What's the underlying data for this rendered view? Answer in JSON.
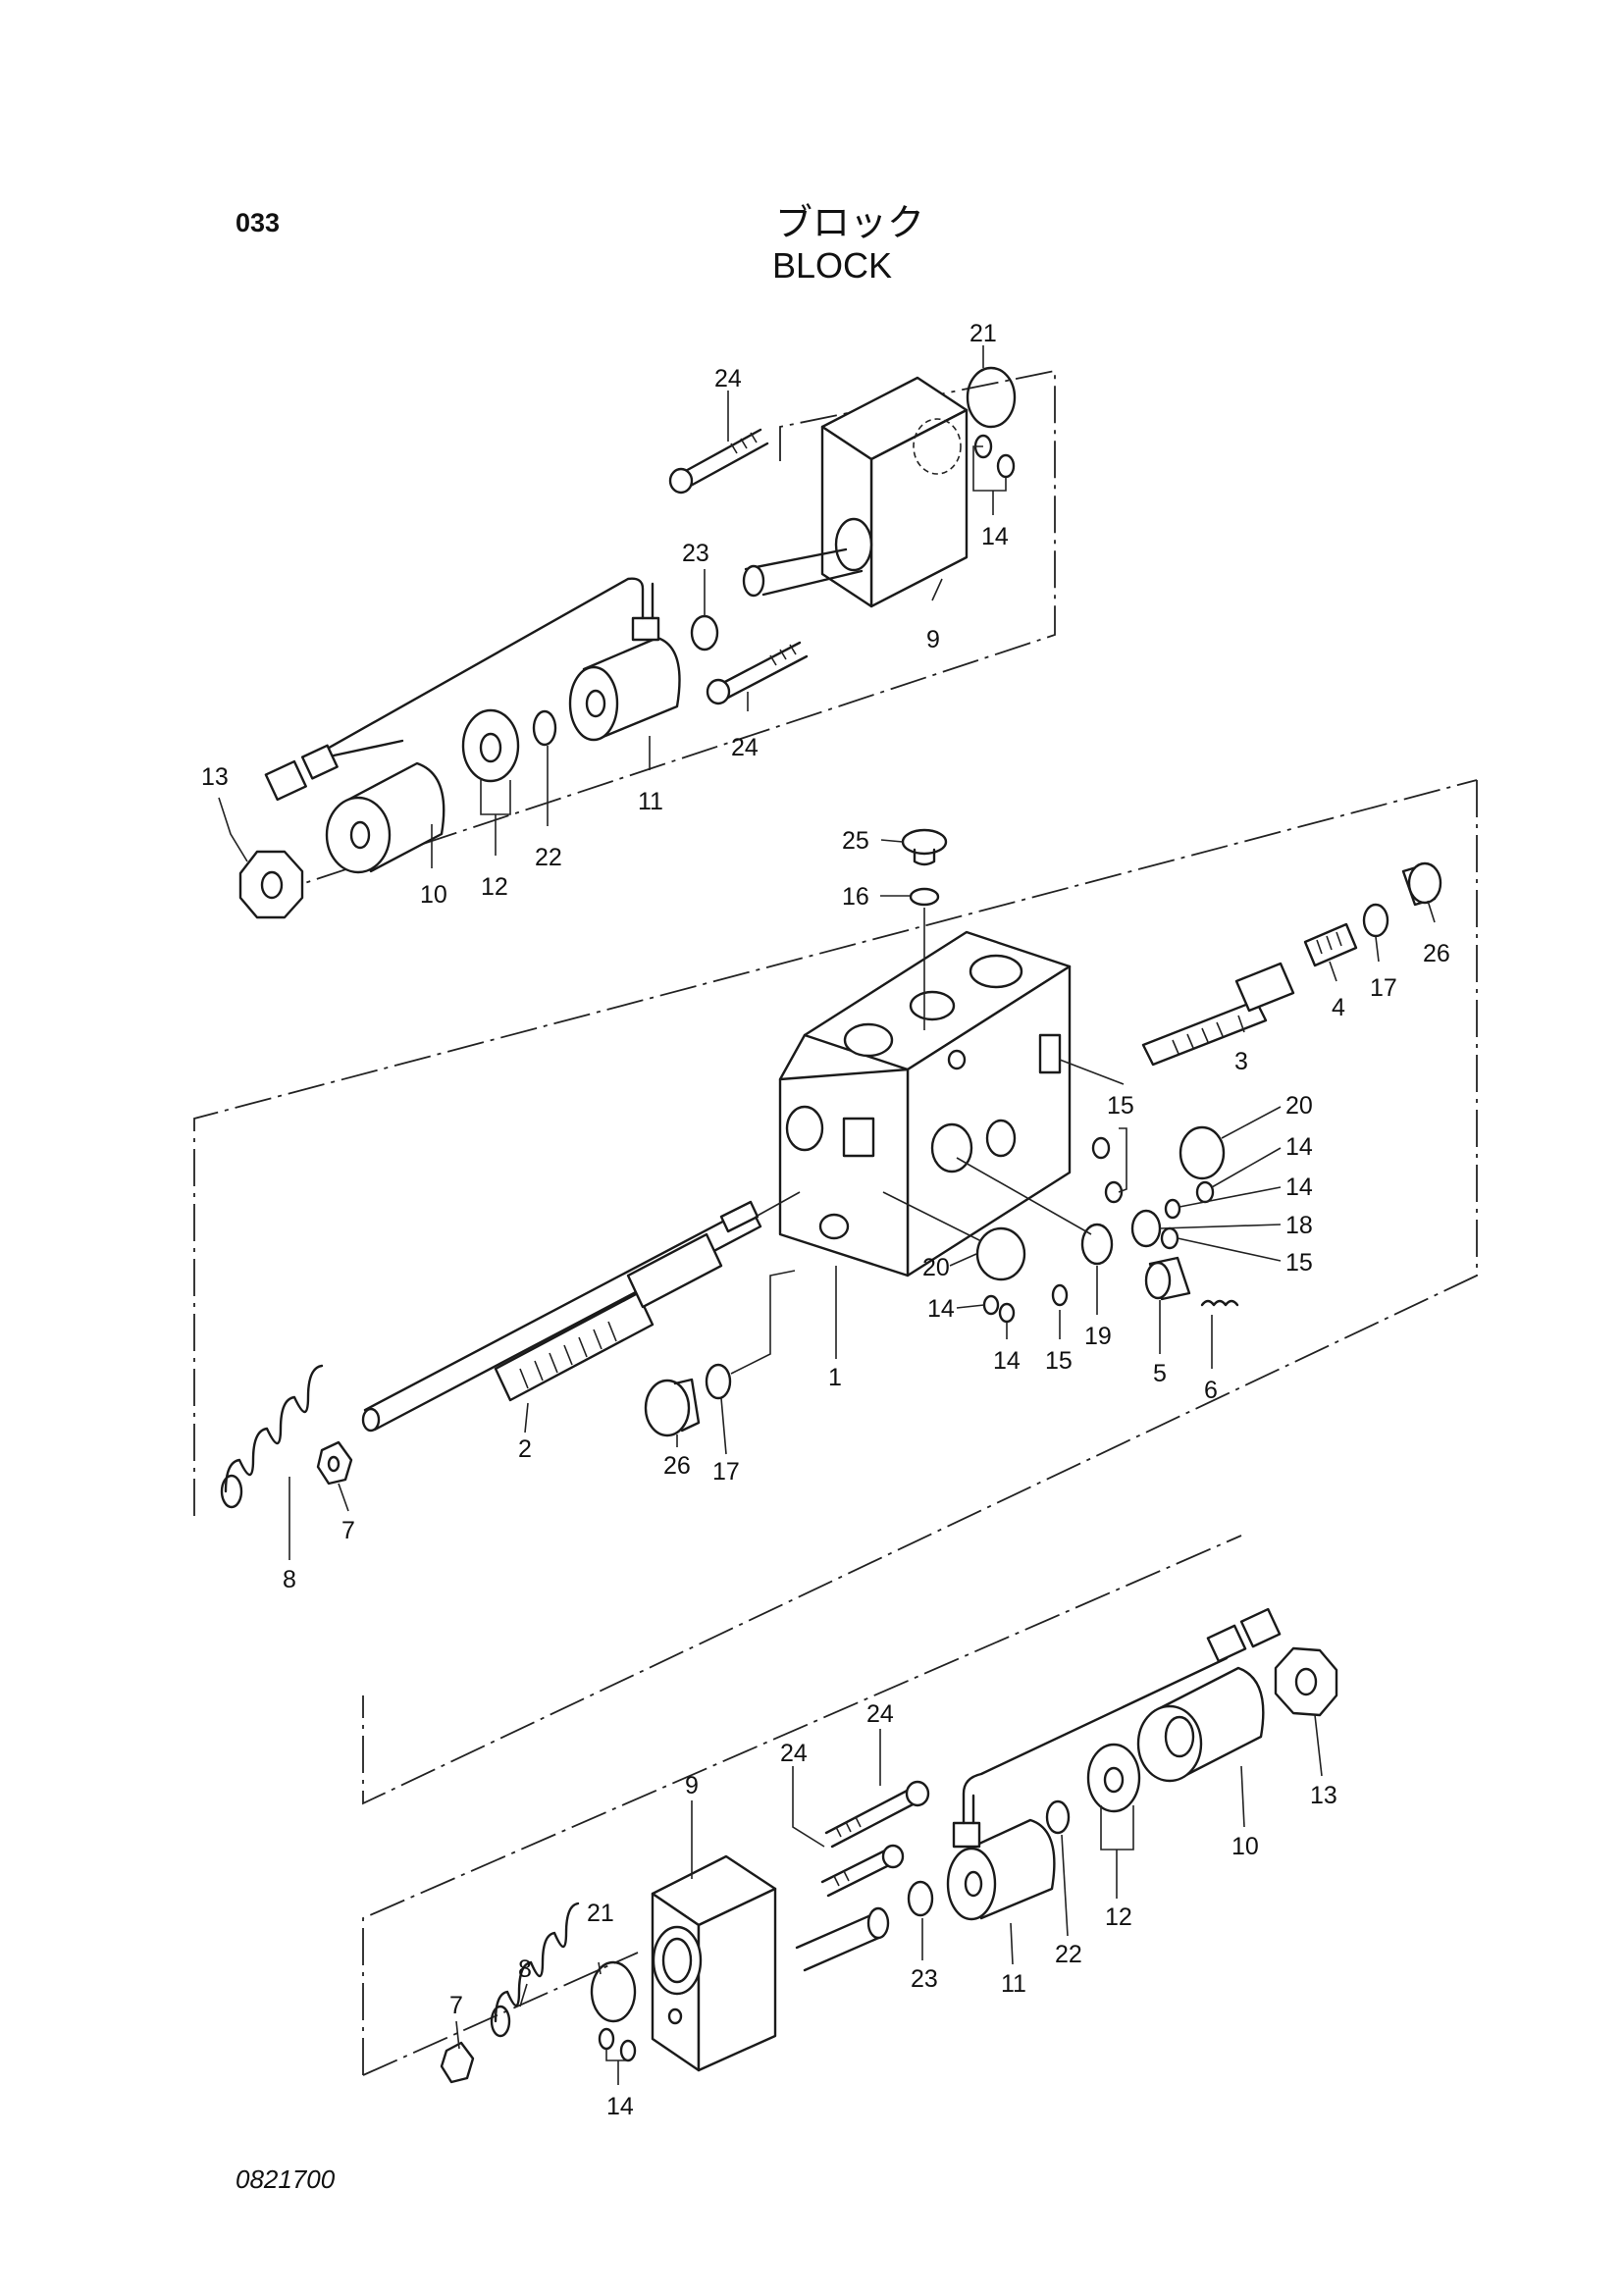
{
  "header": {
    "page_number": "033",
    "title_jp": "ブロック",
    "title_en": "BLOCK"
  },
  "footer": {
    "drawing_number": "0821700"
  },
  "callouts": {
    "upper_assembly": [
      "24",
      "21",
      "14",
      "23",
      "9",
      "24",
      "13",
      "11",
      "22",
      "12",
      "10"
    ],
    "main_block": [
      "25",
      "16",
      "26",
      "17",
      "4",
      "3",
      "15",
      "20",
      "14",
      "14",
      "18",
      "15",
      "20",
      "14",
      "14",
      "15",
      "19",
      "5",
      "6",
      "1",
      "2",
      "26",
      "17",
      "7",
      "8"
    ],
    "lower_assembly": [
      "24",
      "24",
      "9",
      "13",
      "10",
      "21",
      "8",
      "7",
      "23",
      "22",
      "12",
      "11",
      "14"
    ]
  }
}
